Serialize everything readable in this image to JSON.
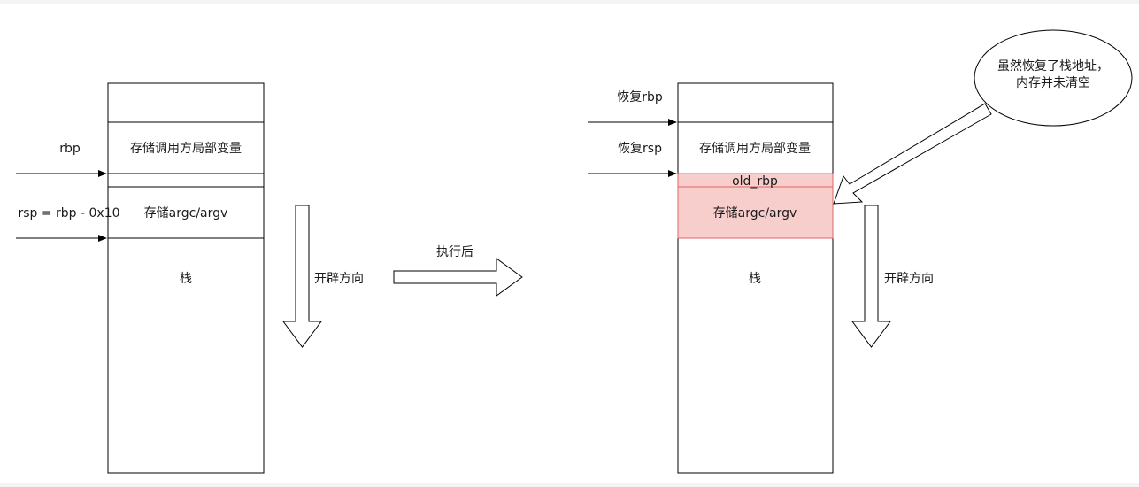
{
  "colors": {
    "stroke": "#000000",
    "highlight_fill": "#f8cecc",
    "highlight_stroke": "#e06666"
  },
  "left": {
    "rbp_label": "rbp",
    "rsp_label": "rsp = rbp - 0x10",
    "local_vars": "存储调用方局部变量",
    "argc_argv": "存储argc/argv",
    "stack": "栈",
    "direction": "开辟方向"
  },
  "middle": {
    "after_label": "执行后"
  },
  "right": {
    "restore_rbp": "恢复rbp",
    "restore_rsp": "恢复rsp",
    "local_vars": "存储调用方局部变量",
    "old_rbp": "old_rbp",
    "argc_argv": "存储argc/argv",
    "stack": "栈",
    "direction": "开辟方向"
  },
  "callout": {
    "line1": "虽然恢复了栈地址，",
    "line2": "内存并未清空"
  }
}
